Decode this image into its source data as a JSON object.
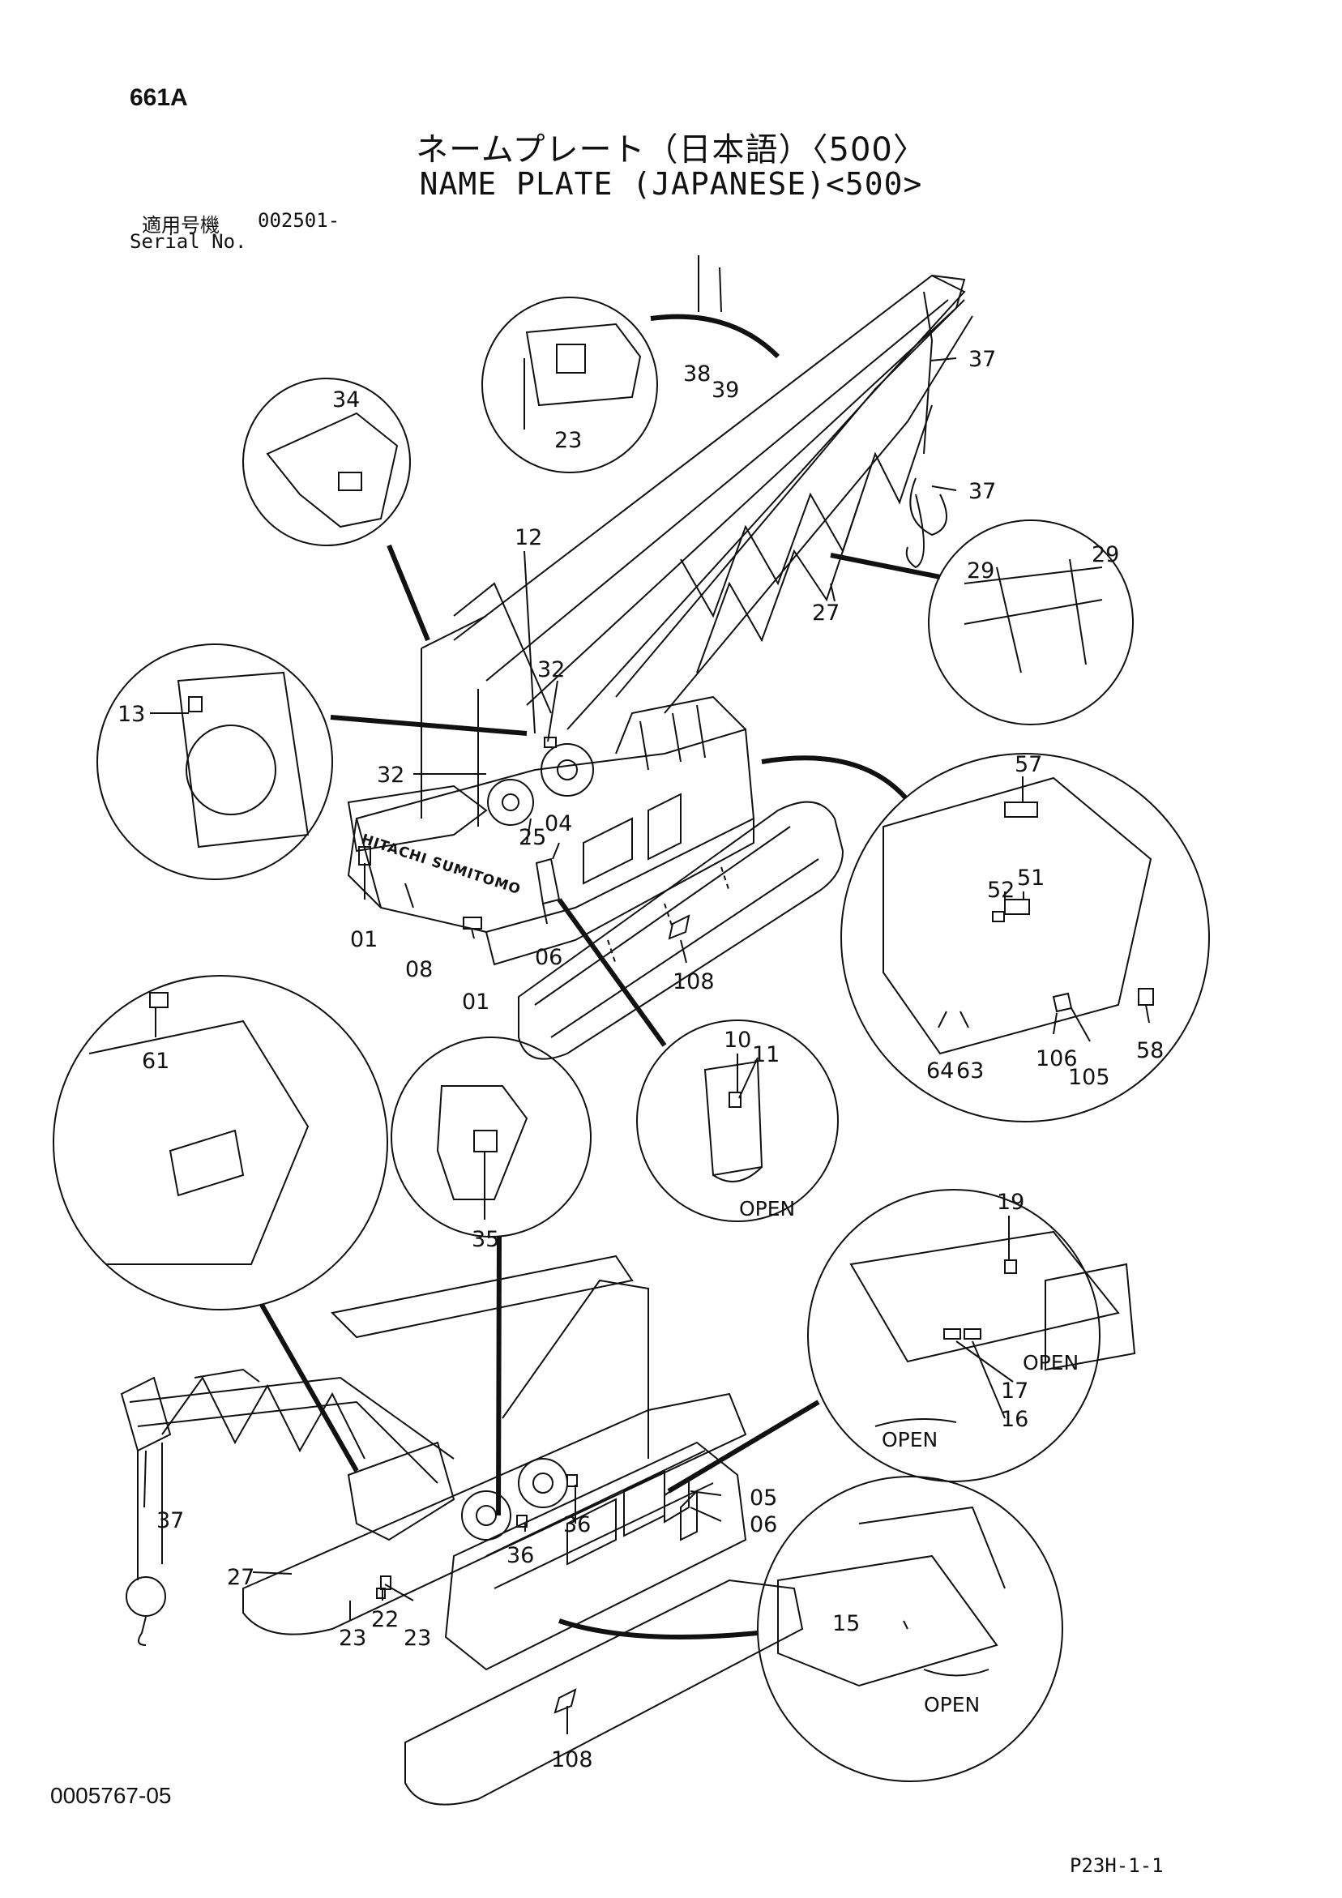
{
  "header": {
    "page_code": "661A",
    "title_japanese": "ネームプレート（日本語）〈500〉",
    "title_english": "NAME PLATE (JAPANESE)<500>",
    "serial_label_japanese": "適用号機",
    "serial_value": "002501-",
    "serial_label_english": "Serial No."
  },
  "machine_lettering": "HITACHI SUMITOMO",
  "callouts": {
    "c01": "01",
    "c04": "04",
    "c05": "05",
    "c06": "06",
    "c08": "08",
    "c10": "10",
    "c11": "11",
    "c12": "12",
    "c13": "13",
    "c15": "15",
    "c16": "16",
    "c17": "17",
    "c19": "19",
    "c22": "22",
    "c23": "23",
    "c25": "25",
    "c27": "27",
    "c29": "29",
    "c32": "32",
    "c34": "34",
    "c35": "35",
    "c36": "36",
    "c37": "37",
    "c38": "38",
    "c39": "39",
    "c51": "51",
    "c52": "52",
    "c57": "57",
    "c58": "58",
    "c61": "61",
    "c63": "63",
    "c64": "64",
    "c105": "105",
    "c106": "106",
    "c108": "108"
  },
  "open_label": "OPEN",
  "footer": {
    "document_id": "0005767-05",
    "sheet_id": "P23H-1-1"
  }
}
